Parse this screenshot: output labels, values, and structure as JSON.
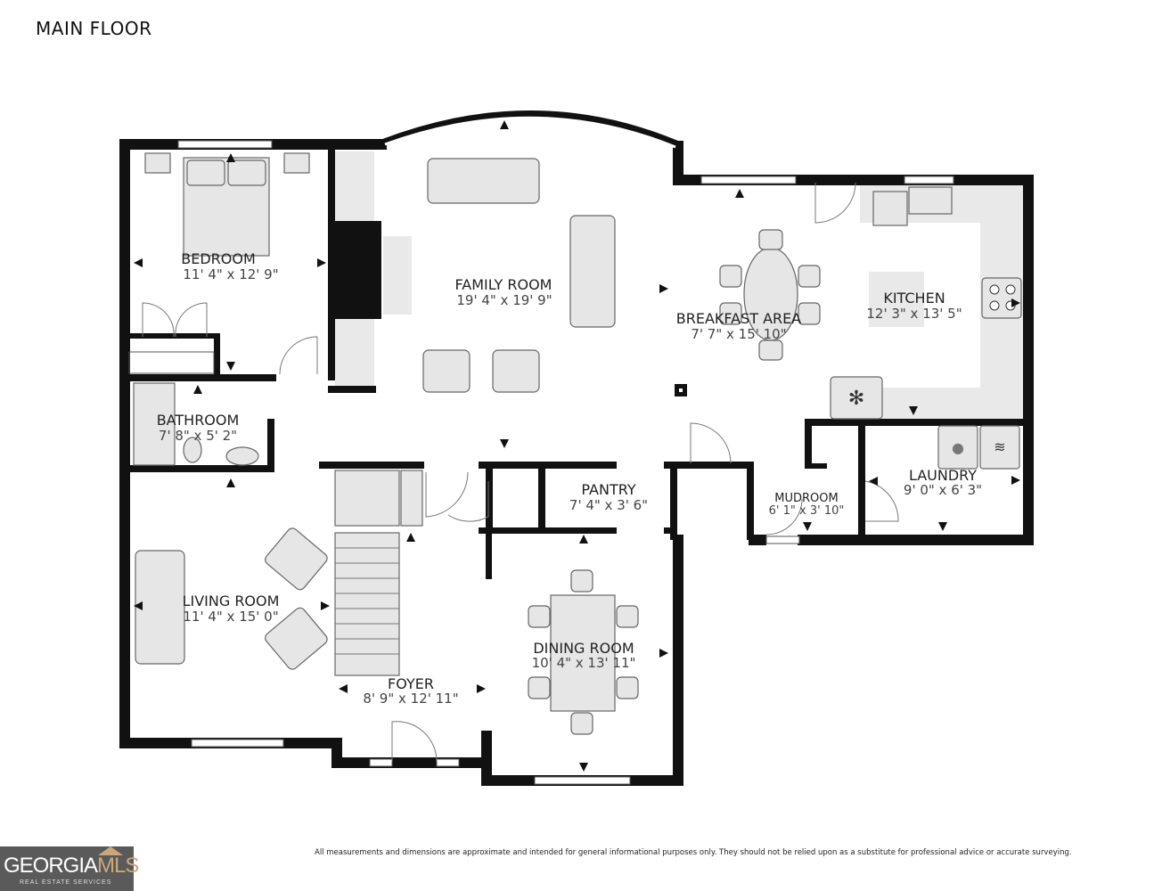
{
  "title": "MAIN FLOOR",
  "rooms": [
    {
      "name": "BEDROOM",
      "dims": "11' 4\" x 12' 9\""
    },
    {
      "name": "FAMILY ROOM",
      "dims": "19' 4\" x 19' 9\""
    },
    {
      "name": "BREAKFAST AREA",
      "dims": "7' 7\" x 15' 10\""
    },
    {
      "name": "KITCHEN",
      "dims": "12' 3\" x 13' 5\""
    },
    {
      "name": "BATHROOM",
      "dims": "7' 8\" x 5' 2\""
    },
    {
      "name": "PANTRY",
      "dims": "7' 4\" x 3' 6\""
    },
    {
      "name": "MUDROOM",
      "dims": "6' 1\" x 3' 10\""
    },
    {
      "name": "LAUNDRY",
      "dims": "9' 0\" x 6' 3\""
    },
    {
      "name": "LIVING ROOM",
      "dims": "11' 4\" x 15' 0\""
    },
    {
      "name": "DINING ROOM",
      "dims": "10' 4\" x 13' 11\""
    },
    {
      "name": "FOYER",
      "dims": "8' 9\" x 12' 11\""
    }
  ],
  "disclaimer": "All measurements and dimensions are approximate and intended for general informational purposes only. They should not be relied upon as a substitute for professional advice or accurate surveying.",
  "logo": {
    "brand": "GEORGIA",
    "brand_accent": "MLS",
    "tagline": "REAL ESTATE SERVICES"
  },
  "colors": {
    "wall": "#111111",
    "fixture": "#e6e6e6",
    "logo_bg": "#5a5a5a",
    "logo_accent": "#c9a97a"
  }
}
